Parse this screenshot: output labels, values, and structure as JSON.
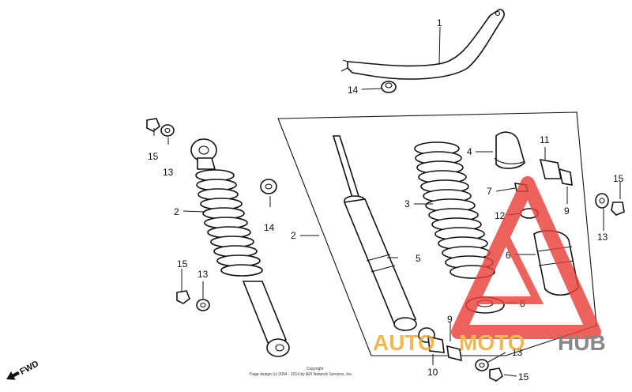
{
  "callouts": {
    "c1": "1",
    "c2_left": "2",
    "c2_frame": "2",
    "c3": "3",
    "c4": "4",
    "c5": "5",
    "c6": "6",
    "c7": "7",
    "c8": "8",
    "c9_top": "9",
    "c9_bottom": "9",
    "c10": "10",
    "c11": "11",
    "c12": "12",
    "c13_a": "13",
    "c13_b": "13",
    "c13_c": "13",
    "c13_d": "13",
    "c14_top": "14",
    "c14_mid": "14",
    "c15_a": "15",
    "c15_b": "15",
    "c15_c": "15"
  },
  "fwd_label": "FWD",
  "copyright": {
    "line1": "Copyright",
    "line2": "Page design (c) 2004 - 2014 by ARI Network Services, Inc."
  },
  "watermark": {
    "part1": "AUTO",
    "part2": "MOTO",
    "part3": "HUB"
  },
  "colors": {
    "watermark_red": "#e8403a",
    "watermark_orange": "#f0a830",
    "watermark_gray": "#6e6e6e"
  }
}
